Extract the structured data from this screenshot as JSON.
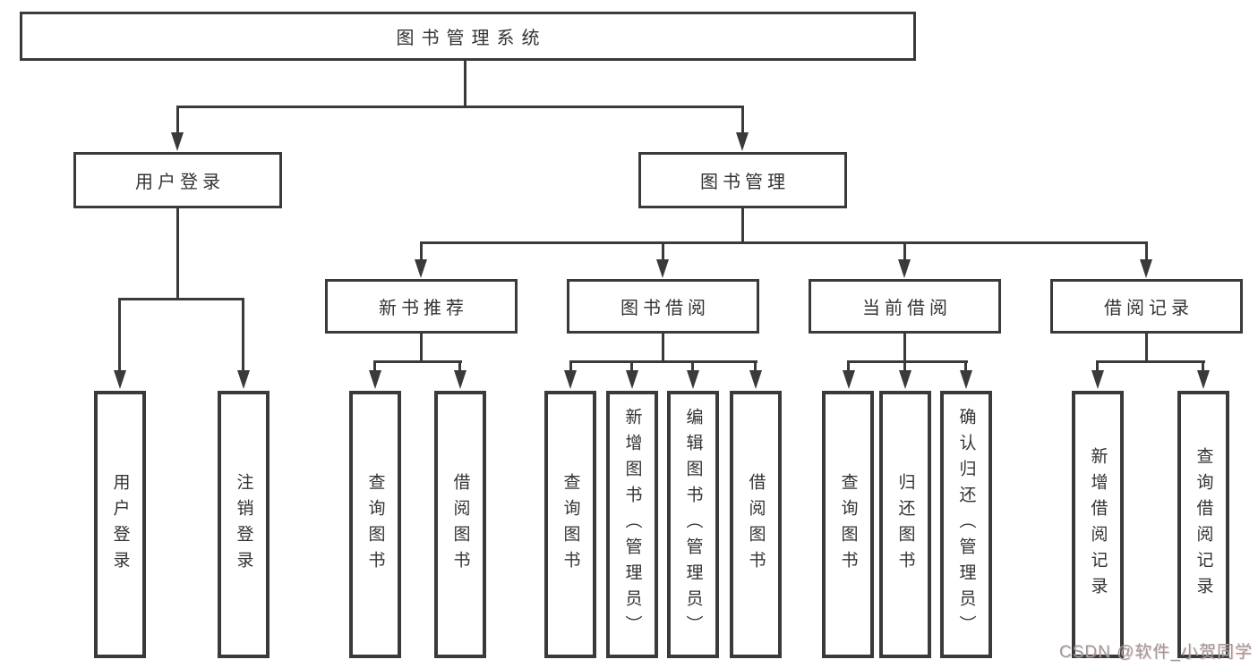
{
  "tree": {
    "root": {
      "label": "图书管理系统"
    },
    "level2": [
      {
        "id": "user-login",
        "label": "用户登录"
      },
      {
        "id": "book-management",
        "label": "图书管理"
      }
    ],
    "level3": [
      {
        "id": "new-book-recommendation",
        "parent": "图书管理",
        "label": "新书推荐"
      },
      {
        "id": "book-borrowing",
        "parent": "图书管理",
        "label": "图书借阅"
      },
      {
        "id": "current-borrowing",
        "parent": "图书管理",
        "label": "当前借阅"
      },
      {
        "id": "borrowing-records",
        "parent": "图书管理",
        "label": "借阅记录"
      }
    ],
    "leaves": [
      {
        "parent": "用户登录",
        "label": "用户登录"
      },
      {
        "parent": "用户登录",
        "label": "注销登录"
      },
      {
        "parent": "新书推荐",
        "label": "查询图书"
      },
      {
        "parent": "新书推荐",
        "label": "借阅图书"
      },
      {
        "parent": "图书借阅",
        "label": "查询图书"
      },
      {
        "parent": "图书借阅",
        "label": "新增图书（管理员）"
      },
      {
        "parent": "图书借阅",
        "label": "编辑图书（管理员）"
      },
      {
        "parent": "图书借阅",
        "label": "借阅图书"
      },
      {
        "parent": "当前借阅",
        "label": "查询图书"
      },
      {
        "parent": "当前借阅",
        "label": "归还图书"
      },
      {
        "parent": "当前借阅",
        "label": "确认归还（管理员）"
      },
      {
        "parent": "借阅记录",
        "label": "新增借阅记录"
      },
      {
        "parent": "借阅记录",
        "label": "查询借阅记录"
      }
    ]
  },
  "watermark": {
    "text": "CSDN @软件_小贺同学"
  },
  "colors": {
    "line": "#3a3a3a",
    "text": "#333333",
    "watermark": "#9b9b9b",
    "background": "#ffffff"
  }
}
